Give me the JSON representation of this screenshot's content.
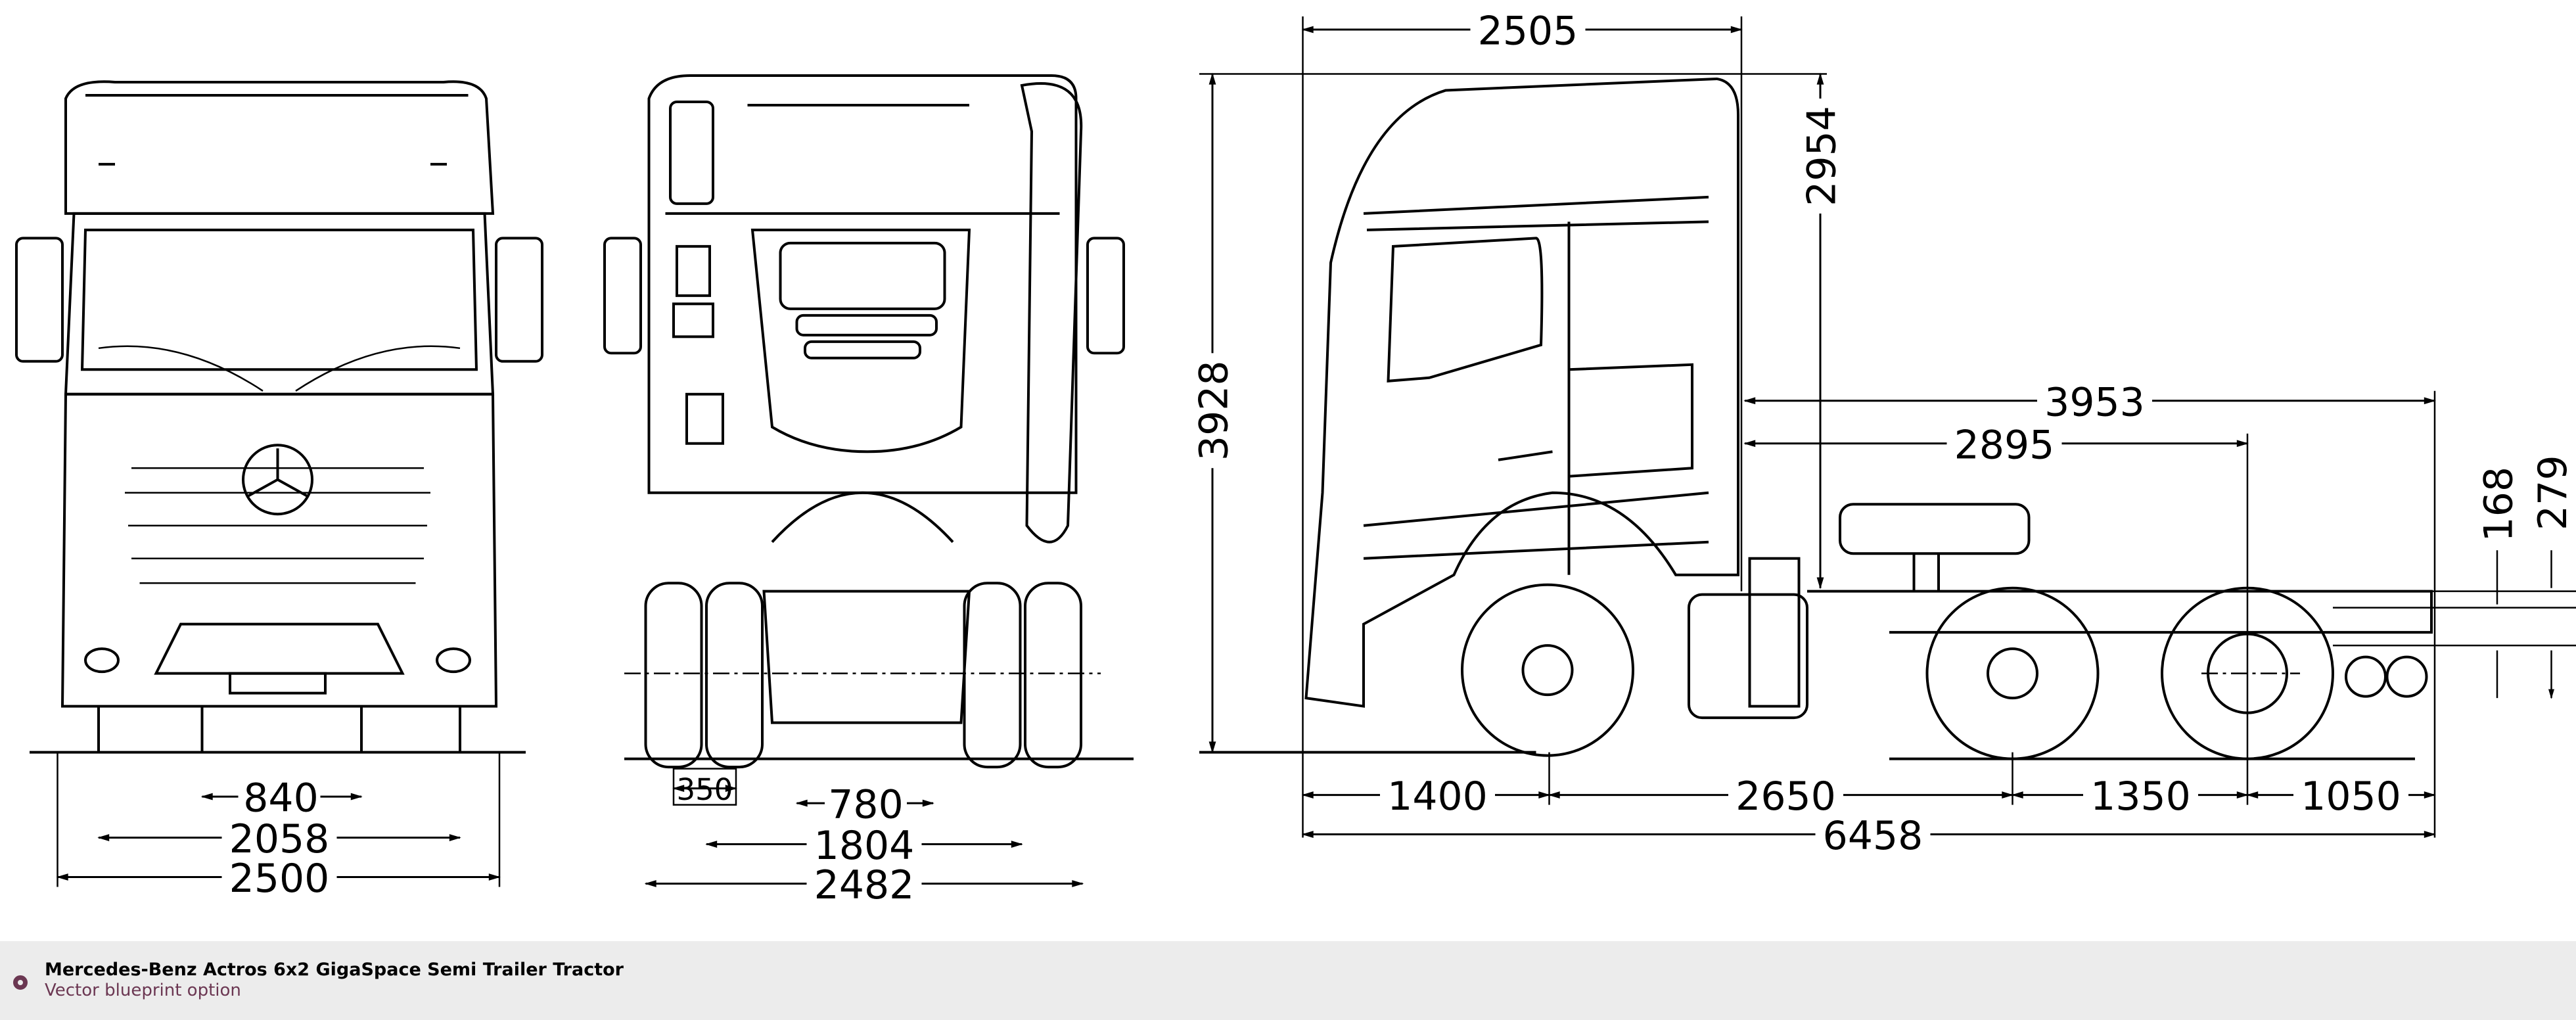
{
  "footer": {
    "title": "Mercedes-Benz Actros 6x2 GigaSpace Semi Trailer Tractor",
    "subtitle": "Vector blueprint option",
    "accent_color": "#6b3752",
    "icon": "ring-icon"
  },
  "front_view": {
    "dims": [
      "840",
      "2058",
      "2500"
    ]
  },
  "rear_view": {
    "dims": [
      "350",
      "780",
      "1804",
      "2482"
    ]
  },
  "side_view": {
    "overall_length": "6458",
    "cab_length": "2505",
    "overall_height": "3928",
    "cab_height_above_frame": "2954",
    "cab_to_rear": "3953",
    "cab_to_rear_axle": "2895",
    "fifth_wheel_height": "168",
    "fifth_wheel_height_2": "279",
    "front_overhang": "1400",
    "wheelbase_1": "2650",
    "wheelbase_2": "1350",
    "rear_overhang": "1050"
  }
}
